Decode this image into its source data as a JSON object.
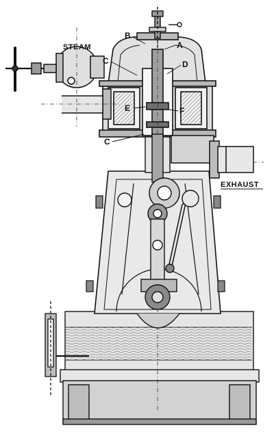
{
  "labels": {
    "steam": "STEAM",
    "exhaust": "EXHAUST",
    "a": "A",
    "b": "B",
    "c_upper": "C",
    "c_lower": "C",
    "d": "D",
    "e": "E",
    "f": "F"
  },
  "colors": {
    "ink": "#111111",
    "fill_light": "#e4e4e4",
    "fill_mid": "#c9c9c9",
    "fill_dark": "#8e8e8e",
    "paper": "#ffffff"
  }
}
